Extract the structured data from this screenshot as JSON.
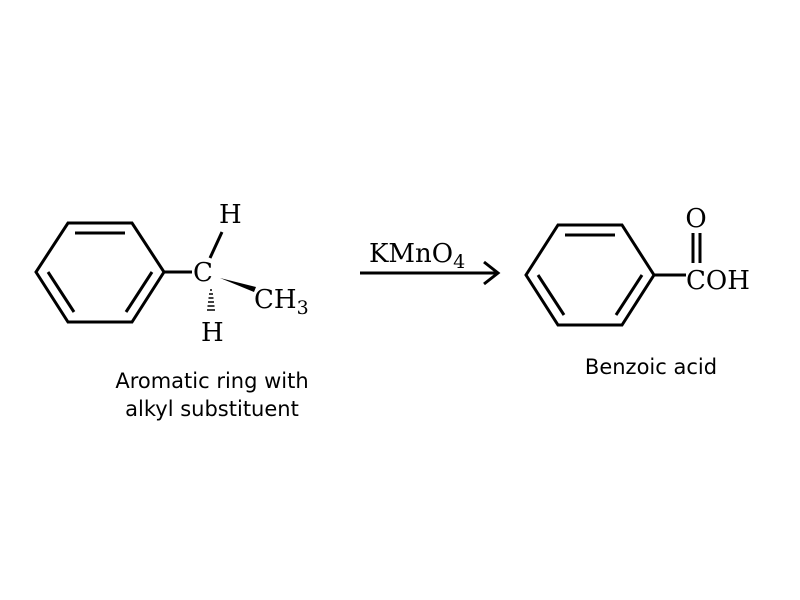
{
  "reactant": {
    "atoms": {
      "c_center": "C",
      "h_top": "H",
      "h_bottom": "H",
      "ch3_main": "CH",
      "ch3_sub": "3"
    },
    "caption_line1": "Aromatic ring with",
    "caption_line2": "alkyl substituent"
  },
  "reagent": {
    "main": "KMnO",
    "sub": "4"
  },
  "product": {
    "atoms": {
      "oxygen": "O",
      "cooh": "COH"
    },
    "caption": "Benzoic acid"
  },
  "colors": {
    "ink": "#000000",
    "background": "#ffffff"
  },
  "icons": {
    "reaction_arrow": "right-arrow-icon",
    "wedge_bond": "wedge-bond-icon",
    "hash_bond": "hashed-wedge-bond-icon"
  }
}
